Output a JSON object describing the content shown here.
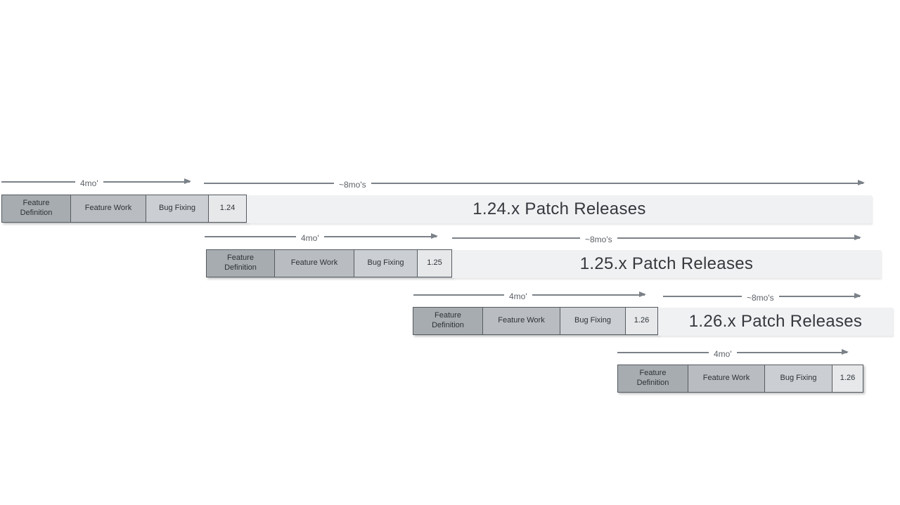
{
  "diagram": {
    "description": "Release cycle timeline with overlapping development and patch-release phases",
    "rows": [
      {
        "dev_duration_label": "4mo'",
        "patch_duration_label": "~8mo's",
        "phases": {
          "definition": "Feature Definition",
          "work": "Feature Work",
          "bugfix": "Bug Fixing"
        },
        "version": "1.24",
        "patch_label": "1.24.x Patch Releases"
      },
      {
        "dev_duration_label": "4mo'",
        "patch_duration_label": "~8mo's",
        "phases": {
          "definition": "Feature Definition",
          "work": "Feature Work",
          "bugfix": "Bug Fixing"
        },
        "version": "1.25",
        "patch_label": "1.25.x Patch Releases"
      },
      {
        "dev_duration_label": "4mo'",
        "patch_duration_label": "~8mo's",
        "phases": {
          "definition": "Feature Definition",
          "work": "Feature Work",
          "bugfix": "Bug Fixing"
        },
        "version": "1.26",
        "patch_label": "1.26.x Patch Releases"
      },
      {
        "dev_duration_label": "4mo'",
        "phases": {
          "definition": "Feature Definition",
          "work": "Feature Work",
          "bugfix": "Bug Fixing"
        },
        "version": "1.26"
      }
    ],
    "colors": {
      "feature_definition_fill": "#a7acb1",
      "feature_work_fill": "#b9bdc2",
      "bug_fixing_fill": "#cbcfd3",
      "version_fill": "#e6e8ea",
      "patch_bar_fill": "#f0f1f2",
      "box_border": "#565b60",
      "arrow": "#7b8188",
      "background": "#ffffff"
    }
  }
}
